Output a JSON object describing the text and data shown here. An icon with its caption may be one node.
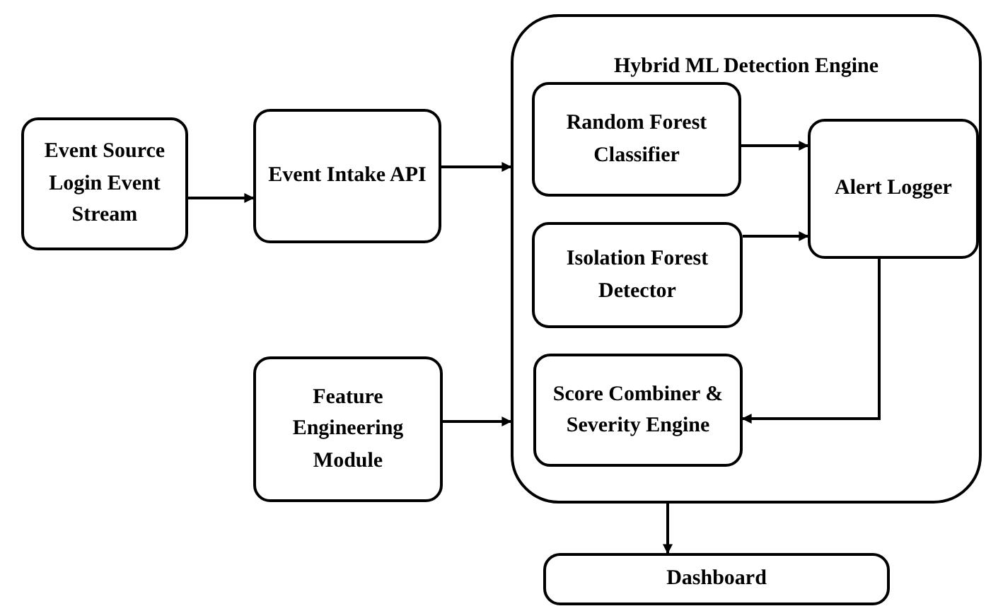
{
  "diagram": {
    "nodes": [
      {
        "text": [
          "Event Source Login Event Stream"
        ]
      },
      {
        "text": [
          "Event Intake API"
        ]
      },
      {
        "text": [
          "Hybrid ML Detection Engine"
        ]
      },
      {
        "text": [
          "Random Forest Classifier"
        ],
        "in": 2
      },
      {
        "text": [
          "Isolation Forest Detector"
        ],
        "in": 2
      },
      {
        "text": [
          "Alert Logger"
        ],
        "in": 2
      },
      {
        "text": [
          "Score Combiner & Severity Engine"
        ],
        "in": 2
      },
      {
        "text": [
          "Feature Engineering Module"
        ]
      },
      {
        "text": [
          "Dashboard"
        ]
      }
    ],
    "edges": [
      {
        "from": 0,
        "to": 1,
        "arrow": "to"
      },
      {
        "from": 1,
        "to": 2,
        "arrow": "to"
      },
      {
        "from": 7,
        "to": 2,
        "arrow": "to"
      },
      {
        "from": 3,
        "to": 5,
        "arrow": "to"
      },
      {
        "from": 4,
        "to": 5,
        "arrow": "to"
      },
      {
        "from": 5,
        "to": 6,
        "arrow": "to"
      },
      {
        "from": 2,
        "to": 8,
        "arrow": "to"
      }
    ]
  }
}
